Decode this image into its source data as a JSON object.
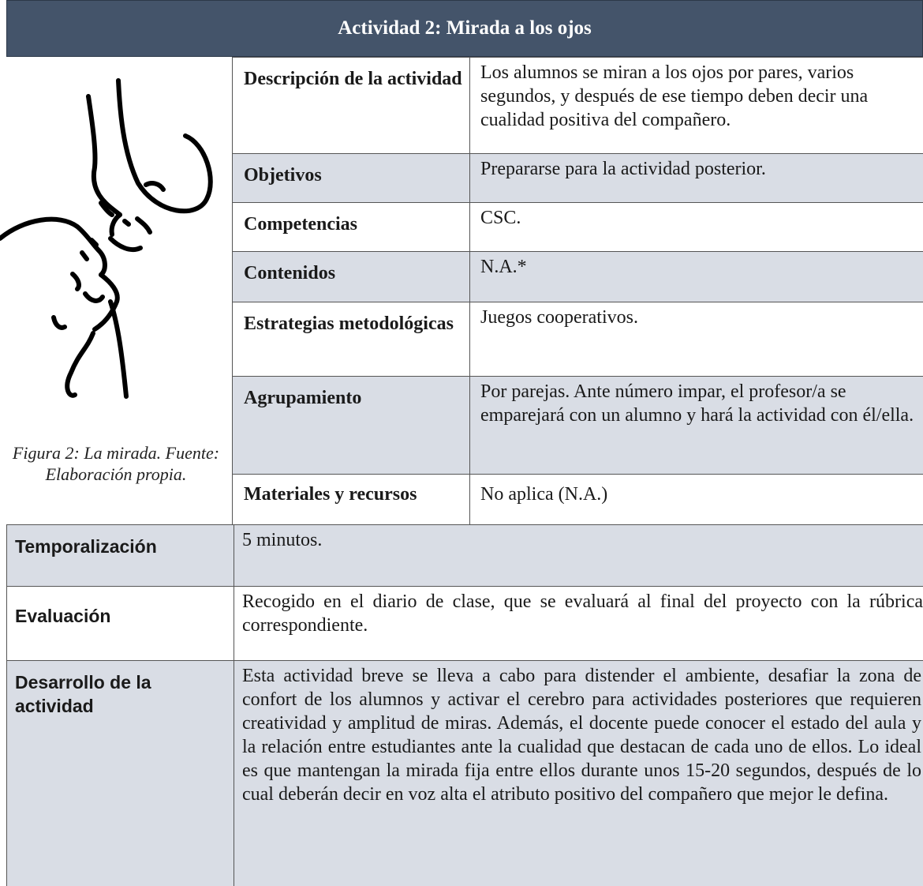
{
  "title": "Actividad 2: Mirada a los ojos",
  "figure": {
    "caption": "Figura 2: La mirada. Fuente: Elaboración propia."
  },
  "info_rows": [
    {
      "label": "Descripción de la actividad",
      "value": "Los alumnos se miran a los ojos por pares, varios segundos, y después de ese tiempo deben decir una cualidad positiva del compañero."
    },
    {
      "label": "Objetivos",
      "value": "Prepararse para la actividad posterior."
    },
    {
      "label": "Competencias",
      "value": "CSC."
    },
    {
      "label": "Contenidos",
      "value": "N.A.*"
    },
    {
      "label": "Estrategias metodológicas",
      "value": "Juegos cooperativos."
    },
    {
      "label": "Agrupamiento",
      "value": "Por parejas. Ante número impar, el profesor/a se emparejará con un alumno y hará la actividad con él/ella."
    },
    {
      "label": "Materiales y recursos",
      "value": "No aplica (N.A.)"
    }
  ],
  "bottom_rows": [
    {
      "label": "Temporalización",
      "value": "5 minutos."
    },
    {
      "label": "Evaluación",
      "value": "Recogido en el diario de clase, que se evaluará al final del proyecto con la rúbrica correspondiente."
    },
    {
      "label": "Desarrollo de la actividad",
      "value": "Esta actividad breve se lleva a cabo para distender el ambiente, desafiar la zona de confort de los alumnos y activar el cerebro para actividades posteriores que requieren creatividad y amplitud de miras. Además, el docente puede conocer el estado del aula y la relación entre estudiantes ante la cualidad que destacan de cada uno de ellos. Lo ideal es que mantengan la mirada fija entre ellos durante unos 15-20 segundos, después de lo cual deberán decir en voz alta el atributo positivo del compañero que mejor le defina."
    }
  ],
  "colors": {
    "header_bg": "#44546a",
    "row_shade": "#d9dde5"
  }
}
